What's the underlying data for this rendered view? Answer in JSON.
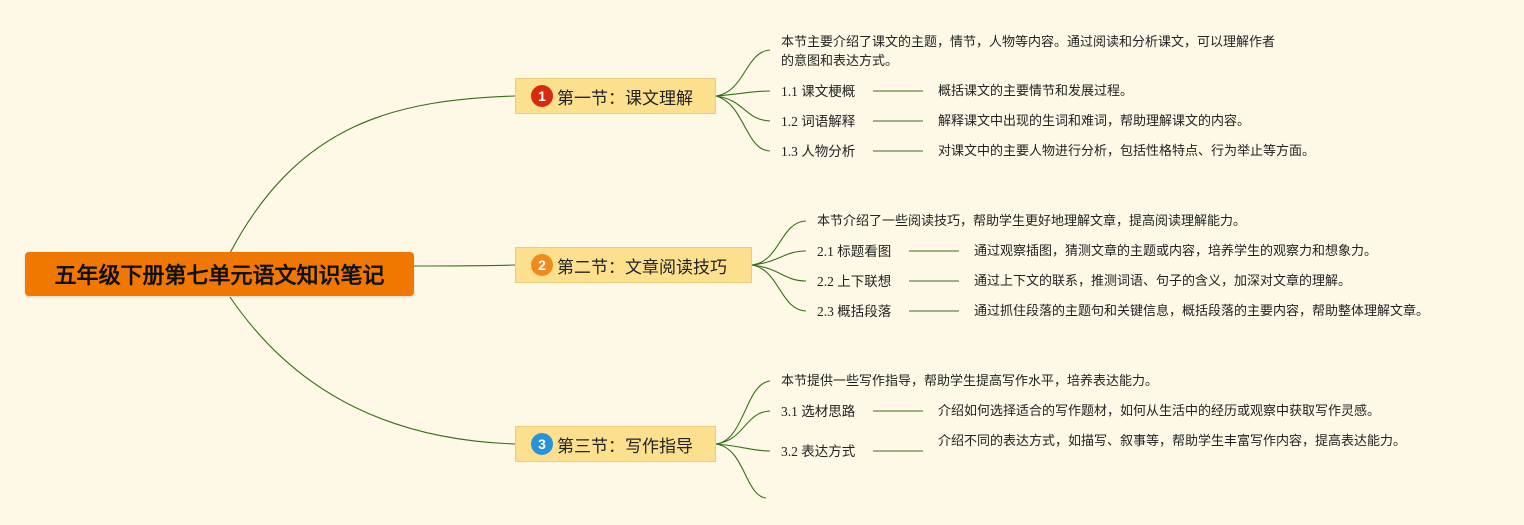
{
  "title": "五年级下册第七单元语文知识笔记",
  "colors": {
    "root": "#f07800",
    "section_fill": "#fce08d",
    "line": "#3a6e1a",
    "badge1": "#d82a0c",
    "badge2": "#f08a1c",
    "badge3": "#2a92d8"
  },
  "sections": [
    {
      "badge": "1",
      "label": "第一节：课文理解",
      "summary": "本节主要介绍了课文的主题，情节，人物等内容。通过阅读和分析课文，可以理解作者的意图和表达方式。",
      "items": [
        {
          "label": "1.1 课文梗概",
          "desc": "概括课文的主要情节和发展过程。"
        },
        {
          "label": "1.2 词语解释",
          "desc": "解释课文中出现的生词和难词，帮助理解课文的内容。"
        },
        {
          "label": "1.3 人物分析",
          "desc": "对课文中的主要人物进行分析，包括性格特点、行为举止等方面。"
        }
      ]
    },
    {
      "badge": "2",
      "label": "第二节：文章阅读技巧",
      "summary": "本节介绍了一些阅读技巧，帮助学生更好地理解文章，提高阅读理解能力。",
      "items": [
        {
          "label": "2.1 标题看图",
          "desc": "通过观察插图，猜测文章的主题或内容，培养学生的观察力和想象力。"
        },
        {
          "label": "2.2 上下联想",
          "desc": "通过上下文的联系，推测词语、句子的含义，加深对文章的理解。"
        },
        {
          "label": "2.3 概括段落",
          "desc": "通过抓住段落的主题句和关键信息，概括段落的主要内容，帮助整体理解文章。"
        }
      ]
    },
    {
      "badge": "3",
      "label": "第三节：写作指导",
      "summary": "本节提供一些写作指导，帮助学生提高写作水平，培养表达能力。",
      "items": [
        {
          "label": "3.1 选材思路",
          "desc": "介绍如何选择适合的写作题材，如何从生活中的经历或观察中获取写作灵感。"
        },
        {
          "label": "3.2 表达方式",
          "desc": "介绍不同的表达方式，如描写、叙事等，帮助学生丰富写作内容，提高表达能力。"
        }
      ]
    }
  ]
}
